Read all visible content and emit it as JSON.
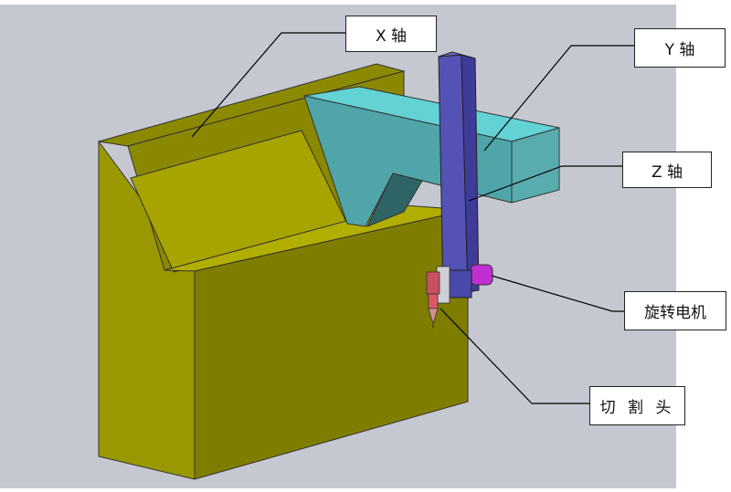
{
  "labels": {
    "x_axis": "X 轴",
    "y_axis": "Y 轴",
    "z_axis": "Z 轴",
    "rotary_motor": "旋转电机",
    "cutting_head": "切 割 头"
  },
  "colors": {
    "background": "#c5c8d1",
    "frame_front": "#7f7d00",
    "frame_side": "#a6a300",
    "frame_top": "#8b8900",
    "beam_top": "#63d2d4",
    "beam_side": "#4fa5a8",
    "z_column": "#5452b5",
    "motor": "#c22fd0",
    "leader": "#000000"
  },
  "icons": {
    "machine": "gantry-machine-model"
  }
}
